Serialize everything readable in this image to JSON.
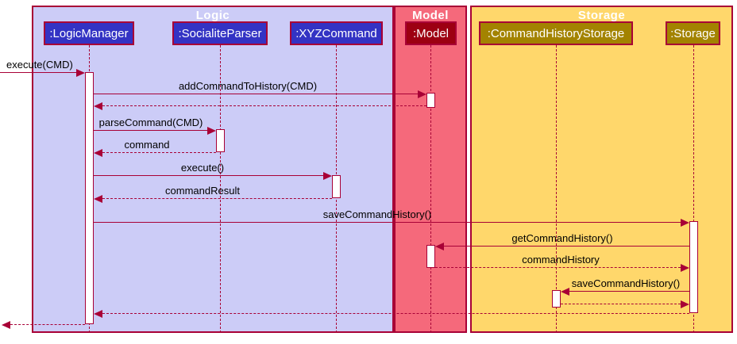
{
  "diagram_type": "uml-sequence-diagram",
  "frames": [
    {
      "title": "Logic"
    },
    {
      "title": "Model"
    },
    {
      "title": "Storage"
    }
  ],
  "participants": [
    {
      "name": ":LogicManager",
      "frame": "Logic"
    },
    {
      "name": ":SocialiteParser",
      "frame": "Logic"
    },
    {
      "name": ":XYZCommand",
      "frame": "Logic"
    },
    {
      "name": ":Model",
      "frame": "Model"
    },
    {
      "name": ":CommandHistoryStorage",
      "frame": "Storage"
    },
    {
      "name": ":Storage",
      "frame": "Storage"
    }
  ],
  "messages": [
    {
      "from": "caller",
      "to": ":LogicManager",
      "label": "execute(CMD)",
      "kind": "call"
    },
    {
      "from": ":LogicManager",
      "to": ":Model",
      "label": "addCommandToHistory(CMD)",
      "kind": "call"
    },
    {
      "from": ":Model",
      "to": ":LogicManager",
      "label": "",
      "kind": "return"
    },
    {
      "from": ":LogicManager",
      "to": ":SocialiteParser",
      "label": "parseCommand(CMD)",
      "kind": "call"
    },
    {
      "from": ":SocialiteParser",
      "to": ":LogicManager",
      "label": "command",
      "kind": "return"
    },
    {
      "from": ":LogicManager",
      "to": ":XYZCommand",
      "label": "execute()",
      "kind": "call"
    },
    {
      "from": ":XYZCommand",
      "to": ":LogicManager",
      "label": "commandResult",
      "kind": "return"
    },
    {
      "from": ":LogicManager",
      "to": ":Storage",
      "label": "saveCommandHistory()",
      "kind": "call"
    },
    {
      "from": ":Storage",
      "to": ":Model",
      "label": "getCommandHistory()",
      "kind": "call"
    },
    {
      "from": ":Model",
      "to": ":Storage",
      "label": "commandHistory",
      "kind": "return"
    },
    {
      "from": ":Storage",
      "to": ":CommandHistoryStorage",
      "label": "saveCommandHistory()",
      "kind": "call"
    },
    {
      "from": ":CommandHistoryStorage",
      "to": ":Storage",
      "label": "",
      "kind": "return"
    },
    {
      "from": ":Storage",
      "to": ":LogicManager",
      "label": "",
      "kind": "return"
    },
    {
      "from": ":LogicManager",
      "to": "caller",
      "label": "",
      "kind": "return"
    }
  ],
  "colors": {
    "line": "#A80036",
    "logic_frame_bg": "#CCCCF7",
    "model_frame_bg": "#F5697B",
    "storage_frame_bg": "#FFD76B",
    "logic_participant_bg": "#3333C4",
    "model_participant_bg": "#9D0012",
    "storage_participant_bg": "#A38300",
    "frame_title_color": "#FFFFFF",
    "message_text_color": "#000000",
    "activation_bg": "#FFFFFF"
  }
}
